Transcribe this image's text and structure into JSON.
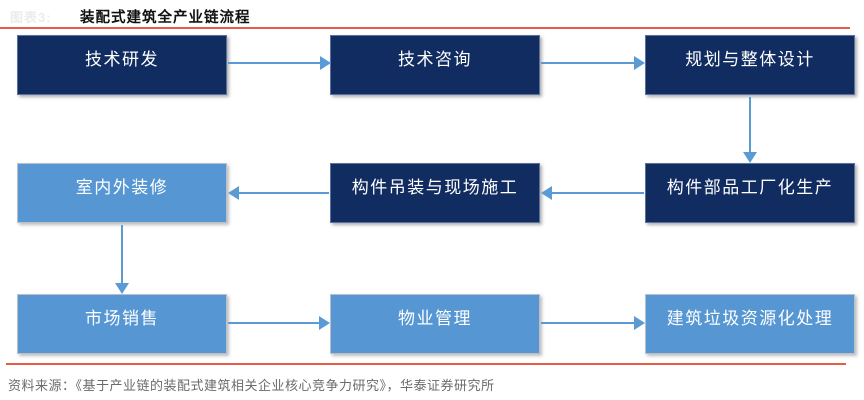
{
  "figure": {
    "faint_label": "图表3:",
    "title": "装配式建筑全产业链流程",
    "source_note": "资料来源：《基于产业链的装配式建筑相关企业核心竞争力研究》，华泰证券研究所"
  },
  "colors": {
    "dark_box": "#112c61",
    "light_box": "#5596d3",
    "arrow": "#5b9bd5",
    "rule_line": "#e85d47",
    "box_text": "#ffffff",
    "source_text": "#6b6b6b"
  },
  "nodes": [
    {
      "id": "tech-rd",
      "label": "技术研发",
      "style": "dark",
      "row": 1
    },
    {
      "id": "tech-consulting",
      "label": "技术咨询",
      "style": "dark",
      "row": 1
    },
    {
      "id": "planning-overall-design",
      "label": "规划与整体设计",
      "style": "dark",
      "row": 1
    },
    {
      "id": "interior-exterior-decoration",
      "label": "室内外装修",
      "style": "light",
      "row": 2
    },
    {
      "id": "component-hoisting-site-construction",
      "label": "构件吊装与现场施工",
      "style": "dark",
      "row": 2
    },
    {
      "id": "component-factory-production",
      "label": "构件部品工厂化生产",
      "style": "dark",
      "row": 2
    },
    {
      "id": "market-sales",
      "label": "市场销售",
      "style": "light",
      "row": 3
    },
    {
      "id": "property-management",
      "label": "物业管理",
      "style": "light",
      "row": 3
    },
    {
      "id": "construction-waste-recycling",
      "label": "建筑垃圾资源化处理",
      "style": "light",
      "row": 3
    }
  ],
  "flow": [
    "技术研发 → 技术咨询",
    "技术咨询 → 规划与整体设计",
    "规划与整体设计 → 构件部品工厂化生产",
    "构件部品工厂化生产 → 构件吊装与现场施工",
    "构件吊装与现场施工 → 室内外装修",
    "室内外装修 → 市场销售",
    "市场销售 → 物业管理",
    "物业管理 → 建筑垃圾资源化处理"
  ]
}
